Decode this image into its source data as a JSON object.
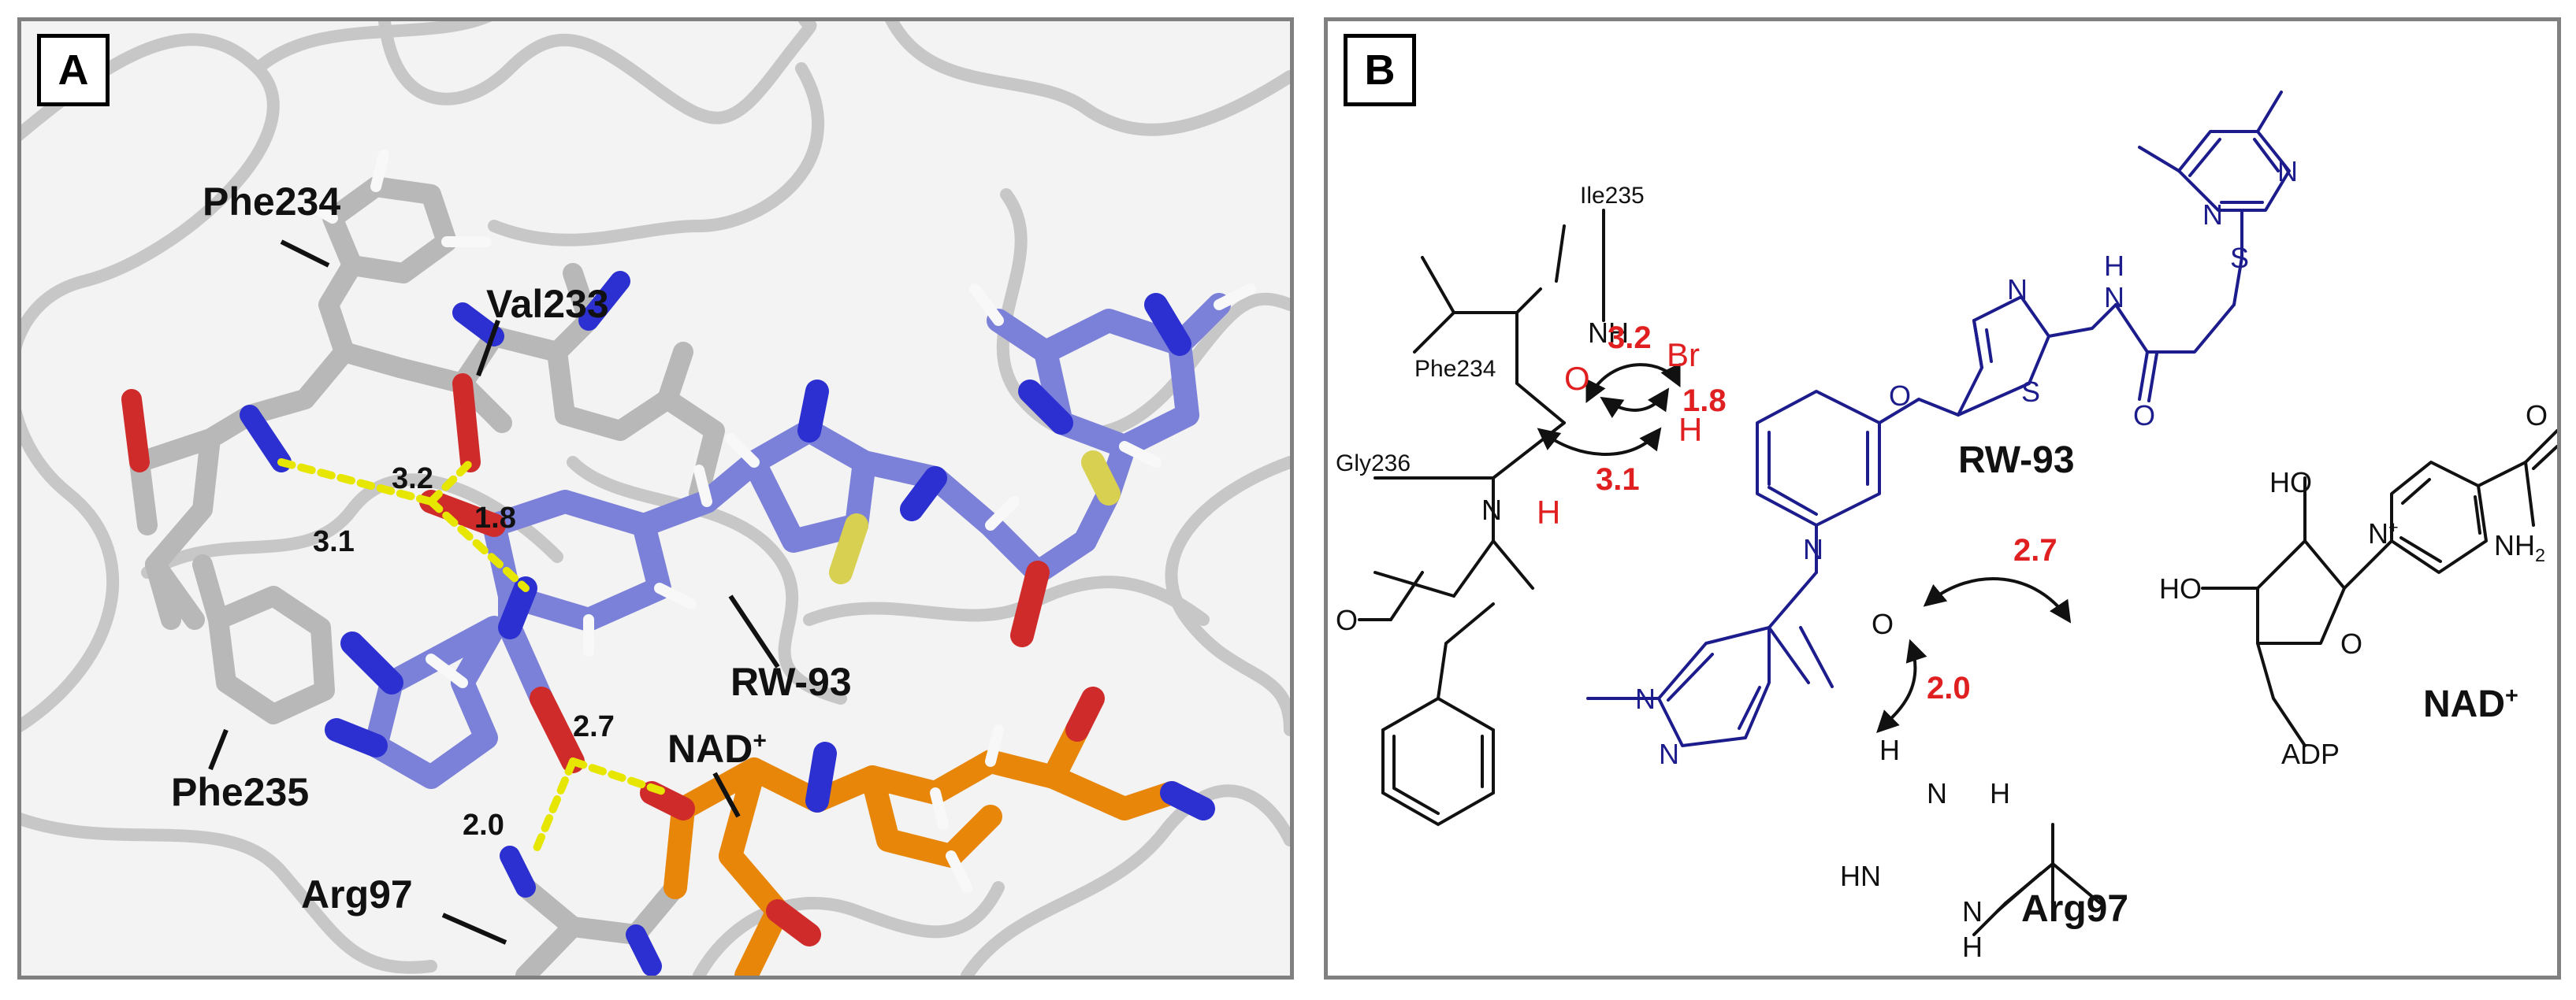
{
  "panel_a": {
    "label": "A",
    "residues": {
      "phe234": "Phe234",
      "val233": "Val233",
      "phe235": "Phe235",
      "arg97": "Arg97",
      "rw93": "RW-93",
      "nad": "NAD",
      "nad_sup": "+"
    },
    "distances": {
      "d32": "3.2",
      "d18": "1.8",
      "d31": "3.1",
      "d27": "2.7",
      "d20": "2.0"
    },
    "colors": {
      "ribbon": "#cccccc",
      "ligand": "#7b80d8",
      "nad": "#e8860a",
      "nitrogen": "#2c30d0",
      "oxygen": "#d02b2b",
      "sulfur": "#d8d050",
      "hbond": "#e6e600"
    }
  },
  "panel_b": {
    "label": "B",
    "compound_label": "RW-93",
    "nad_label": "NAD",
    "nad_sup": "+",
    "arg_label": "Arg97",
    "residues": {
      "ile235": "Ile235",
      "phe234": "Phe234",
      "gly236": "Gly236"
    },
    "atoms": {
      "nh_top": "NH",
      "n_phe": "N",
      "h_phe": "H",
      "o_carbonyl": "O",
      "br": "Br",
      "h_amide": "H",
      "n_amide": "N",
      "o_amide": "O",
      "o_ether": "O",
      "n_thiazole": "N",
      "s_thiazole": "S",
      "h_nh": "H",
      "n_nh": "N",
      "o_acetyl": "O",
      "s_thio": "S",
      "n_pyr1": "N",
      "n_pyr2": "N",
      "n_pz1": "N",
      "n_pz2": "N",
      "h_arg": "H",
      "n_arg": "N",
      "h_arg2": "H",
      "hn_arg": "HN",
      "n_arg3": "N",
      "h_arg3": "H",
      "o_gly": "O",
      "ho1": "HO",
      "ho2": "HO",
      "o_ring": "O",
      "n_plus": "N",
      "n_plus_sup": "+",
      "o_amide_nad": "O",
      "nh2": "NH",
      "nh2_sub": "2",
      "adp": "ADP"
    },
    "distances": {
      "d32": "3.2",
      "d18": "1.8",
      "d31": "3.1",
      "d27": "2.7",
      "d20": "2.0"
    },
    "colors": {
      "compound": "#1c1c8c",
      "highlight": "#e02020",
      "bonds": "#111111"
    }
  }
}
